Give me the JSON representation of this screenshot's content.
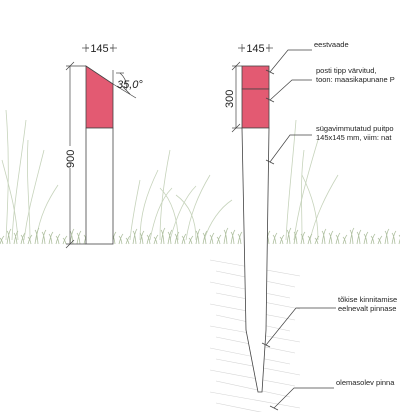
{
  "colors": {
    "paint": "#e35a72",
    "line": "#444444",
    "grass": "#b7c9aa",
    "grass_dark": "#9fb592",
    "soil_hatch": "#d0d0d0"
  },
  "side_view": {
    "dims": {
      "width": "145",
      "angle": "35,0°",
      "height": "900"
    }
  },
  "front_view": {
    "dims": {
      "width": "145",
      "paint_height": "300"
    }
  },
  "notes": [
    {
      "lines": [
        "eestvaade"
      ]
    },
    {
      "lines": [
        "posti tipp värvitud,",
        "toon: maasikapunane P"
      ]
    },
    {
      "lines": [
        "sügavimmutatud puitpo",
        "145x145 mm, viim: nat"
      ]
    },
    {
      "lines": [
        "tõkise kinnitamise",
        "eelnevalt pinnase"
      ]
    },
    {
      "lines": [
        "olemasolev pinna"
      ]
    }
  ]
}
